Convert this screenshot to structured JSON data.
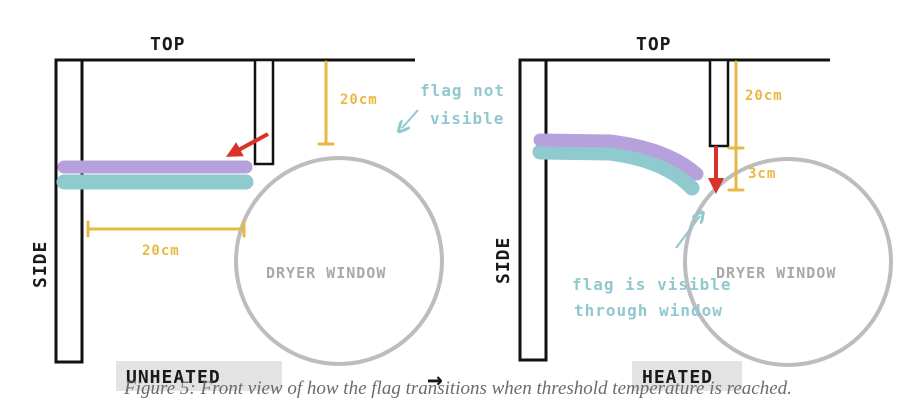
{
  "unheated": {
    "top_label": "TOP",
    "side_label": "SIDE",
    "top_distance": "20cm",
    "flag_length": "20cm",
    "annotation": [
      "flag not",
      "visible"
    ],
    "window_label": "DRYER WINDOW",
    "state_label": "UNHEATED"
  },
  "arrow_symbol": "→",
  "heated": {
    "top_label": "TOP",
    "side_label": "SIDE",
    "top_distance": "20cm",
    "drop_distance": "3cm",
    "annotation": [
      "flag is visible",
      "through window"
    ],
    "window_label": "DRYER WINDOW",
    "state_label": "HEATED"
  },
  "caption": "Figure 5: Front view of how the flag transitions when threshold temperature is reached.",
  "colors": {
    "frame": "#111111",
    "flag_top": "#b7a1dc",
    "flag_bottom": "#8fcbce",
    "dimension": "#e9b843",
    "annotation": "#8fc9cf",
    "window": "#bdbdbd",
    "motion_arrow": "#d9322b",
    "label_box": "#e3e3e3"
  }
}
